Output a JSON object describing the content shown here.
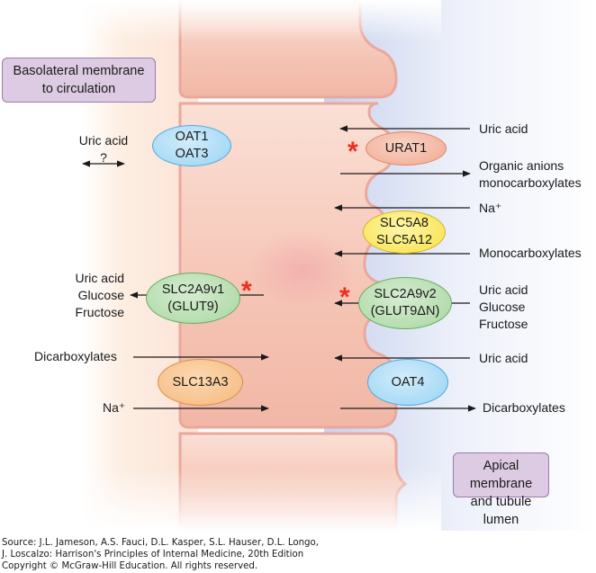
{
  "boxes": {
    "basolateral": {
      "line1": "Basolateral membrane",
      "line2": "to circulation"
    },
    "apical": {
      "line1": "Apical membrane",
      "line2": "and tubule lumen"
    }
  },
  "transporters": {
    "oat13": {
      "line1": "OAT1",
      "line2": "OAT3",
      "color": "blue"
    },
    "urat1": {
      "line1": "URAT1",
      "color": "pink",
      "starred": true
    },
    "slc5a": {
      "line1": "SLC5A8",
      "line2": "SLC5A12",
      "color": "yellow"
    },
    "slc2a9v1": {
      "line1": "SLC2A9v1",
      "line2": "(GLUT9)",
      "color": "green",
      "starred": true
    },
    "slc2a9v2": {
      "line1": "SLC2A9v2",
      "line2": "(GLUT9ΔN)",
      "color": "green",
      "starred": true
    },
    "slc13a3": {
      "line1": "SLC13A3",
      "color": "orange"
    },
    "oat4": {
      "line1": "OAT4",
      "color": "blue"
    }
  },
  "substrates": {
    "baso_uric": {
      "line1": "Uric acid",
      "line2": "?"
    },
    "baso_glut": {
      "line1": "Uric acid",
      "line2": "Glucose",
      "line3": "Fructose"
    },
    "baso_dicarb": "Dicarboxylates",
    "baso_na": "Na⁺",
    "api_uric1": "Uric acid",
    "api_organic": {
      "line1": "Organic anions",
      "line2": "monocarboxylates"
    },
    "api_na": "Na⁺",
    "api_mono": "Monocarboxylates",
    "api_glut": {
      "line1": "Uric acid",
      "line2": "Glucose",
      "line3": "Fructose"
    },
    "api_uric2": "Uric acid",
    "api_dicarb": "Dicarboxylates"
  },
  "star_glyph": "*",
  "caption": {
    "line1": "Source: J.L. Jameson, A.S. Fauci, D.L. Kasper, S.L. Hauser, D.L. Longo,",
    "line2": "J. Loscalzo: Harrison's Principles of Internal Medicine, 20th Edition",
    "line3": "Copyright © McGraw-Hill Education. All rights reserved."
  },
  "colors": {
    "cell": "#f6c9bb",
    "membrane": "#e9a8a0",
    "lumen": "#dfe6f6",
    "star": "#e8321f",
    "arrow": "#1a1a1a"
  }
}
